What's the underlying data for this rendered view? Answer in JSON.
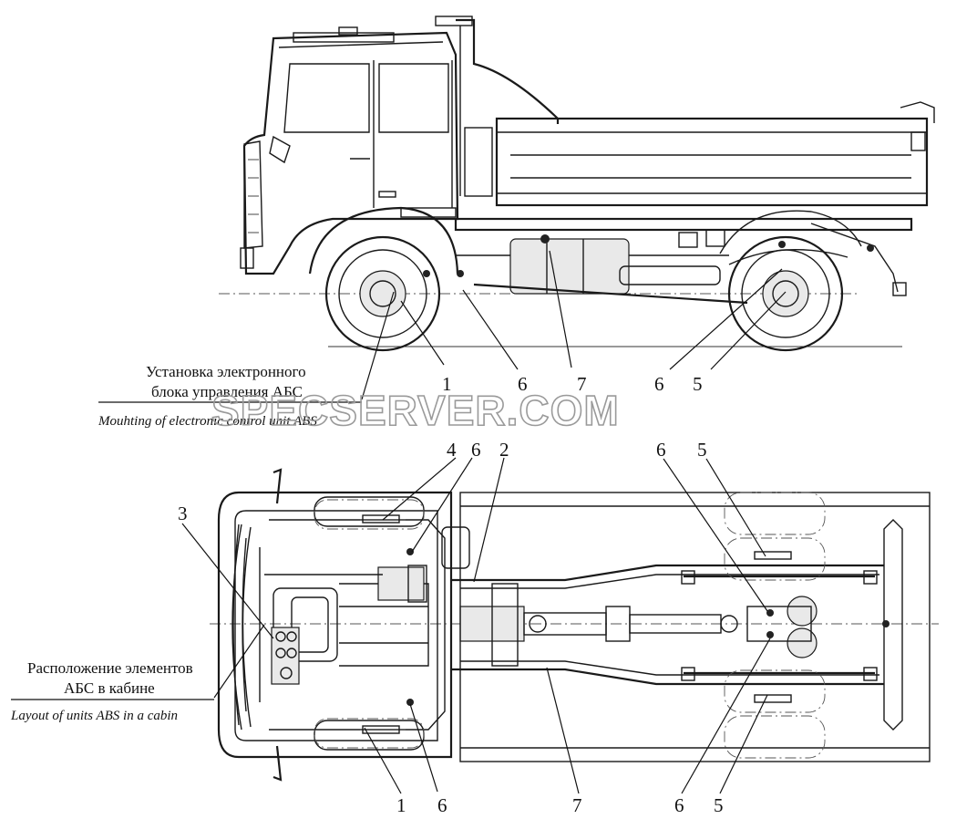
{
  "side_view": {
    "callouts": [
      "1",
      "6",
      "7",
      "6",
      "5"
    ],
    "caption_ru_line1": "Установка электронного",
    "caption_ru_line2": "блока управления АБС",
    "caption_en": "Mouhting of electronic control unit ABS"
  },
  "top_view": {
    "callouts_top": [
      "4",
      "6",
      "2",
      "6",
      "5",
      "3"
    ],
    "callouts_bottom": [
      "1",
      "6",
      "7",
      "6",
      "5"
    ],
    "caption_ru_line1": "Расположение элементов",
    "caption_ru_line2": "АБС в кабине",
    "caption_en": "Layout of units ABS in a cabin"
  },
  "watermark": "SPECSERVER.COM"
}
